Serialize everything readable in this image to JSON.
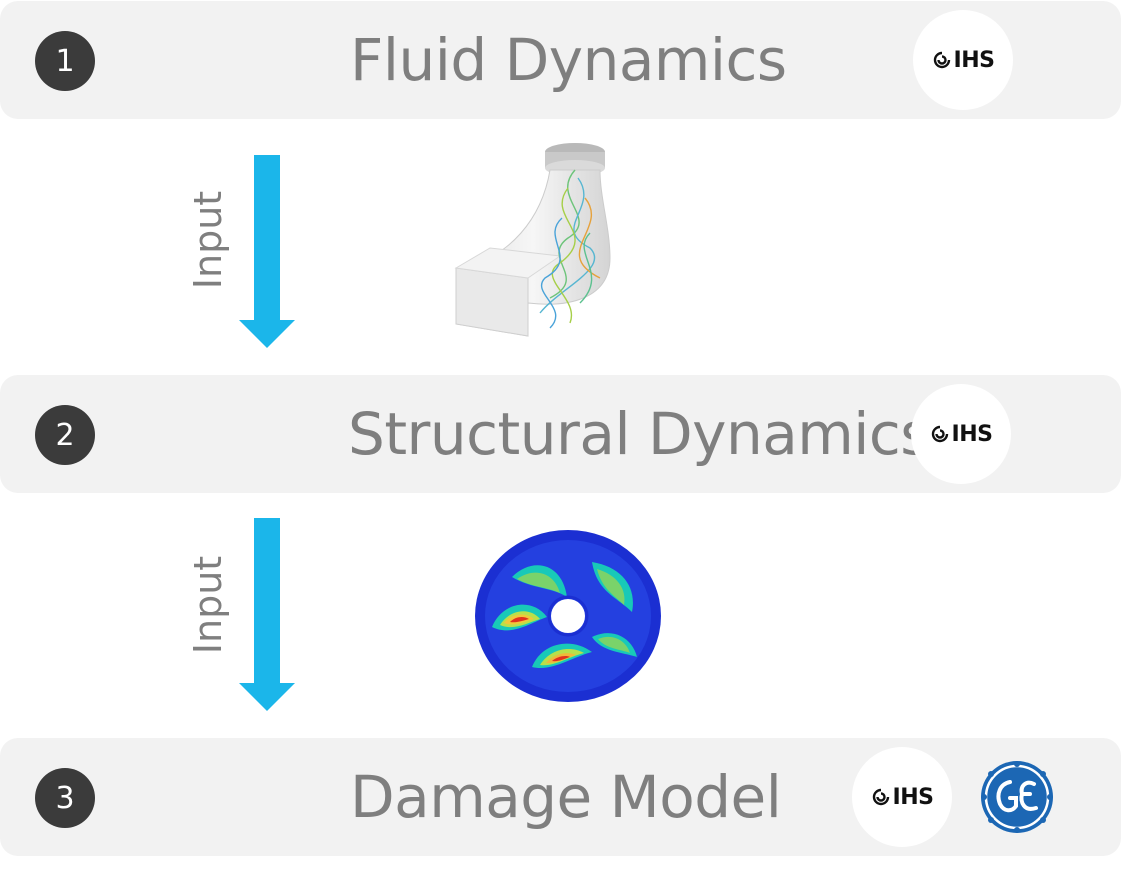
{
  "stages": [
    {
      "number": "1",
      "title": "Fluid Dynamics",
      "logos": [
        "IHS"
      ]
    },
    {
      "number": "2",
      "title": "Structural Dynamics",
      "logos": [
        "IHS"
      ]
    },
    {
      "number": "3",
      "title": "Damage Model",
      "logos": [
        "IHS",
        "GE"
      ]
    }
  ],
  "arrows": [
    {
      "label": "Input"
    },
    {
      "label": "Input"
    }
  ],
  "icons": {
    "ihs": "ihs-logo",
    "ge": "ge-logo",
    "arrow": "down-arrow-icon"
  },
  "colors": {
    "band": "#f2f2f2",
    "step_circle": "#3b3b3b",
    "title_text": "#7f7f7f",
    "arrow": "#1bb6ea",
    "ge_blue": "#1c67b4"
  }
}
